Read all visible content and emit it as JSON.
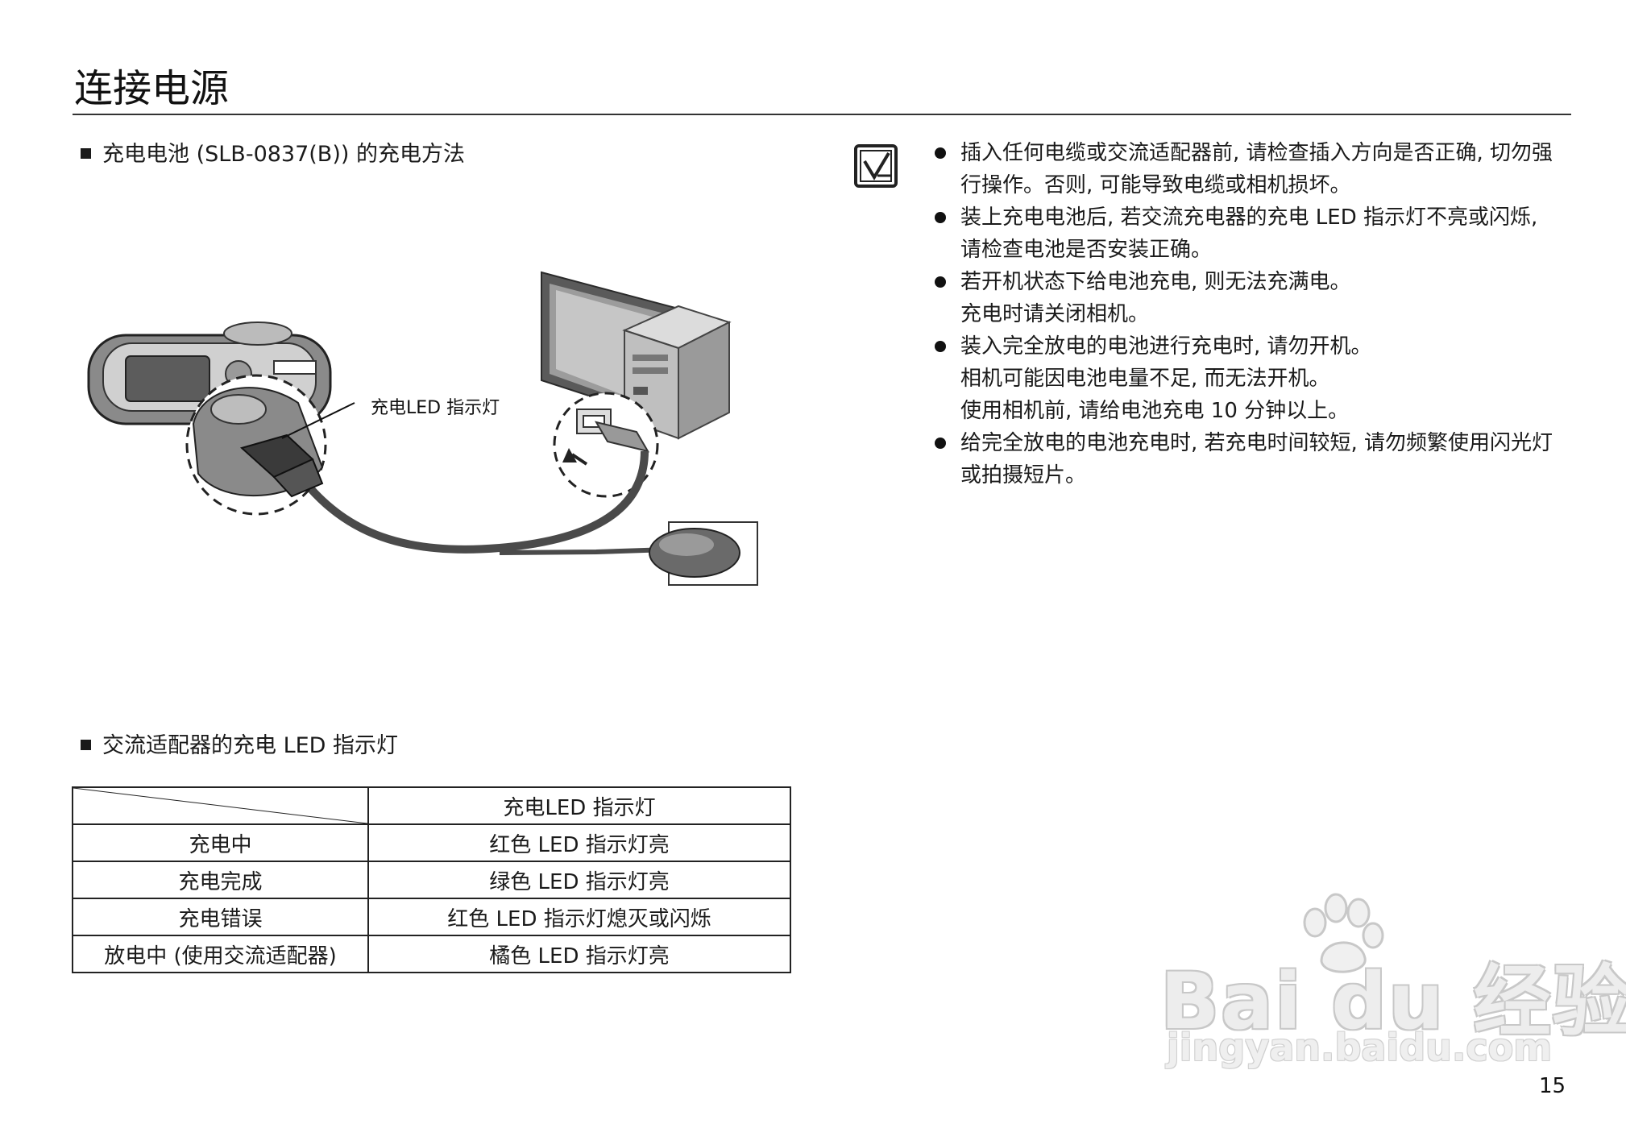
{
  "page": {
    "title": "连接电源",
    "number": "15"
  },
  "section1": {
    "heading": "充电电池 (SLB-0837(B)) 的充电方法",
    "figure_label": "充电LED 指示灯"
  },
  "section2": {
    "heading": "交流适配器的充电 LED 指示灯"
  },
  "table": {
    "header": "充电LED 指示灯",
    "rows": [
      {
        "state": "充电中",
        "indicator": "红色 LED 指示灯亮"
      },
      {
        "state": "充电完成",
        "indicator": "绿色 LED 指示灯亮"
      },
      {
        "state": "充电错误",
        "indicator": "红色 LED 指示灯熄灭或闪烁"
      },
      {
        "state": "放电中 (使用交流适配器)",
        "indicator": "橘色 LED 指示灯亮"
      }
    ]
  },
  "notes": {
    "icon": "note-pencil-icon",
    "items": [
      {
        "lines": [
          "插入任何电缆或交流适配器前, 请检查插入方向是否正确, 切勿强",
          "行操作。否则, 可能导致电缆或相机损坏。"
        ]
      },
      {
        "lines": [
          "装上充电电池后, 若交流充电器的充电 LED 指示灯不亮或闪烁,",
          "请检查电池是否安装正确。"
        ]
      },
      {
        "lines": [
          "若开机状态下给电池充电, 则无法充满电。",
          "充电时请关闭相机。"
        ]
      },
      {
        "lines": [
          "装入完全放电的电池进行充电时, 请勿开机。",
          "相机可能因电池电量不足, 而无法开机。",
          "使用相机前, 请给电池充电 10 分钟以上。"
        ]
      },
      {
        "lines": [
          "给完全放电的电池充电时, 若充电时间较短, 请勿频繁使用闪光灯",
          "或拍摄短片。"
        ]
      }
    ]
  },
  "watermark": {
    "main": "Bai du 经验",
    "url": "jingyan.baidu.com"
  }
}
